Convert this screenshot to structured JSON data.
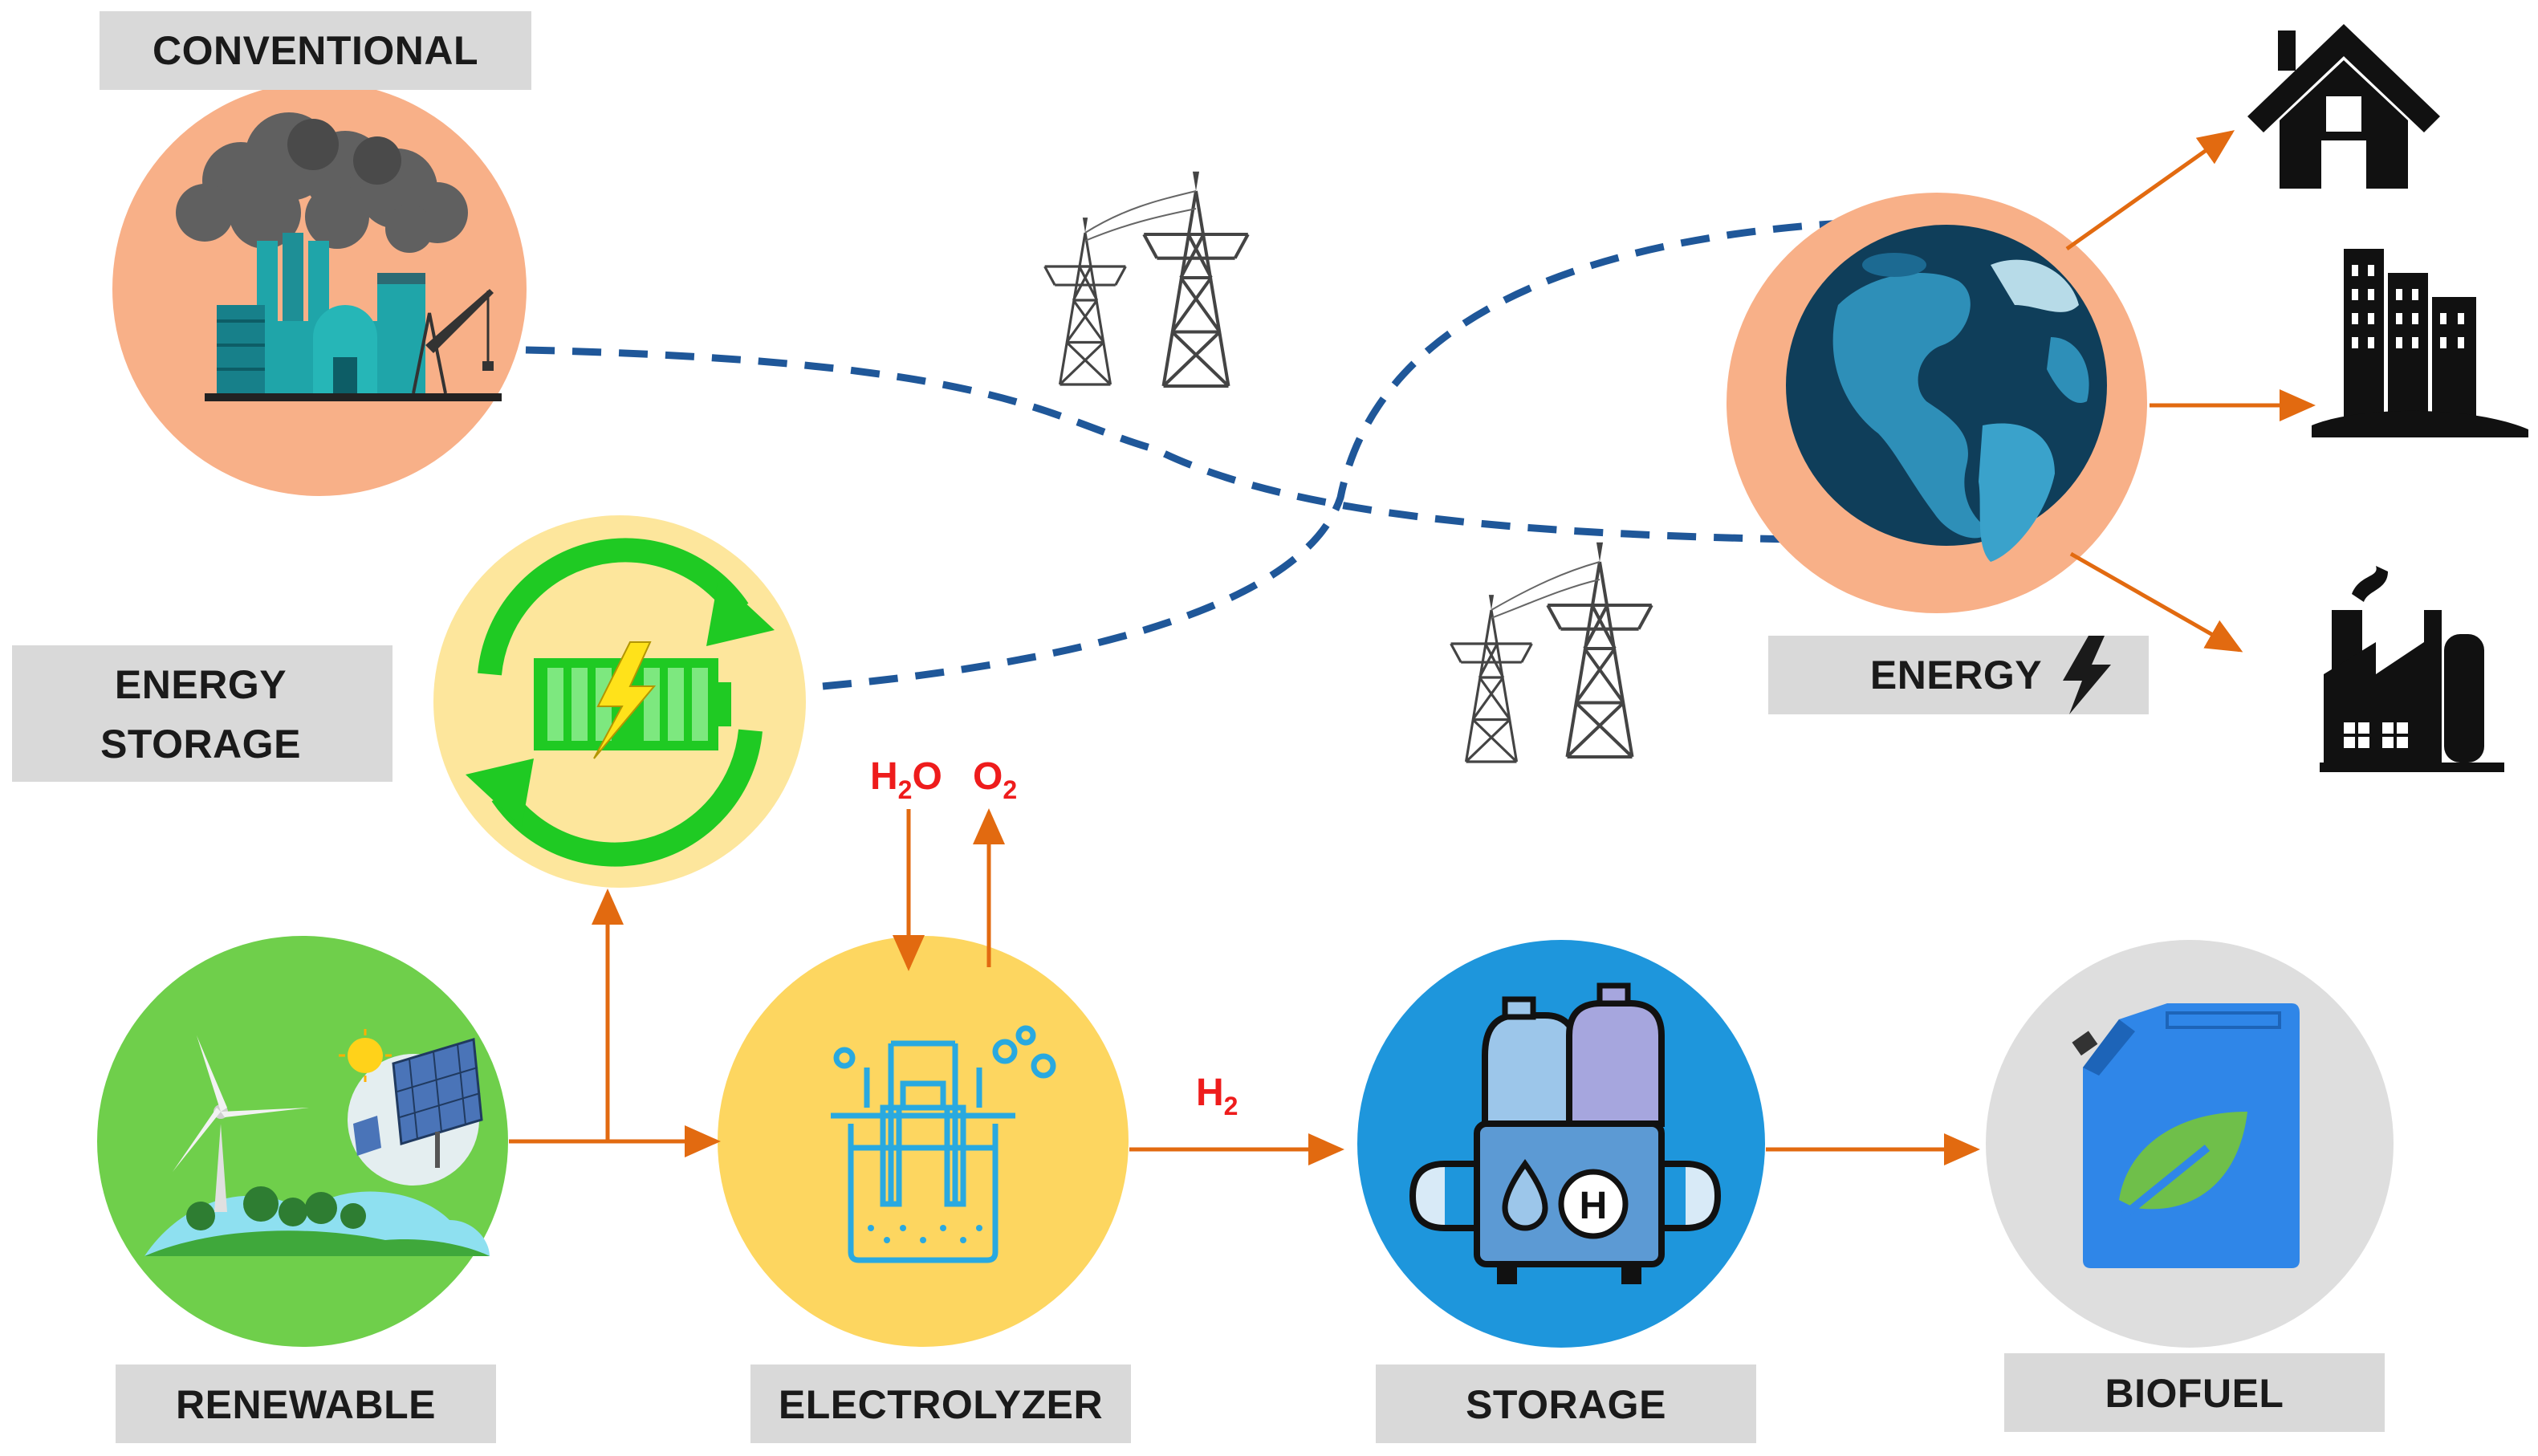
{
  "labels": {
    "conventional": "CONVENTIONAL",
    "energy_storage_line1": "ENERGY",
    "energy_storage_line2": "STORAGE",
    "energy": "ENERGY",
    "renewable": "RENEWABLE",
    "electrolyzer": "ELECTROLYZER",
    "storage": "STORAGE",
    "biofuel": "BIOFUEL"
  },
  "chemicals": {
    "water_main": "H",
    "water_sub": "2",
    "water_end": "O",
    "oxygen_main": "O",
    "oxygen_sub": "2",
    "hydrogen_main": "H",
    "hydrogen_sub": "2"
  },
  "tank_letter": "H",
  "colors": {
    "flow_arrow": "#e26a10",
    "grid_line": "#1f5799",
    "conventional_circle": "#f8b088",
    "energy_storage_circle": "#fde69c",
    "renewable_circle": "#6fcf4b",
    "electrolyzer_circle": "#fdd660",
    "storage_circle": "#1e96dc",
    "biofuel_circle": "#dedede",
    "globe_circle": "#f8b088",
    "label_box": "#d9d9d9",
    "chemical_text": "#ee1c1c"
  },
  "icons": [
    "factory-icon",
    "battery-cycle-icon",
    "wind-solar-icon",
    "electrolyzer-icon",
    "hydrogen-tank-icon",
    "fuel-can-icon",
    "globe-icon",
    "house-icon",
    "building-icon",
    "industry-icon",
    "power-pylon-icon",
    "lightning-icon"
  ]
}
